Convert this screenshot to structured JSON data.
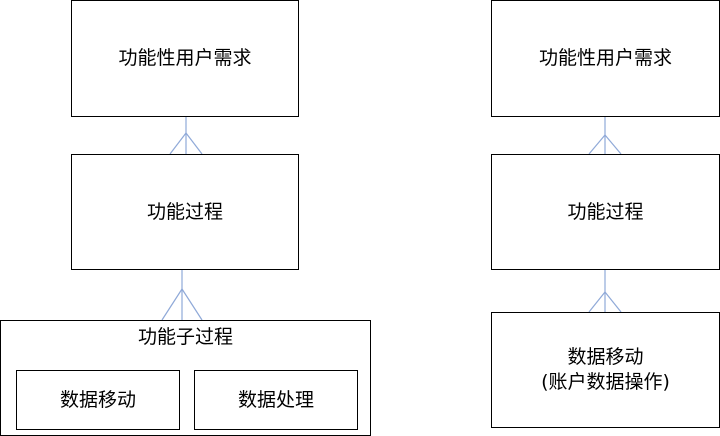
{
  "colors": {
    "connector": "#8fa9d8",
    "border": "#000000"
  },
  "left_diagram": {
    "top_box": "功能性用户需求",
    "middle_box": "功能过程",
    "bottom_container": {
      "title": "功能子过程",
      "left_child": "数据移动",
      "right_child": "数据处理"
    }
  },
  "right_diagram": {
    "top_box": "功能性用户需求",
    "middle_box": "功能过程",
    "bottom_box": {
      "line1": "数据移动",
      "line2": "(账户数据操作)"
    }
  }
}
